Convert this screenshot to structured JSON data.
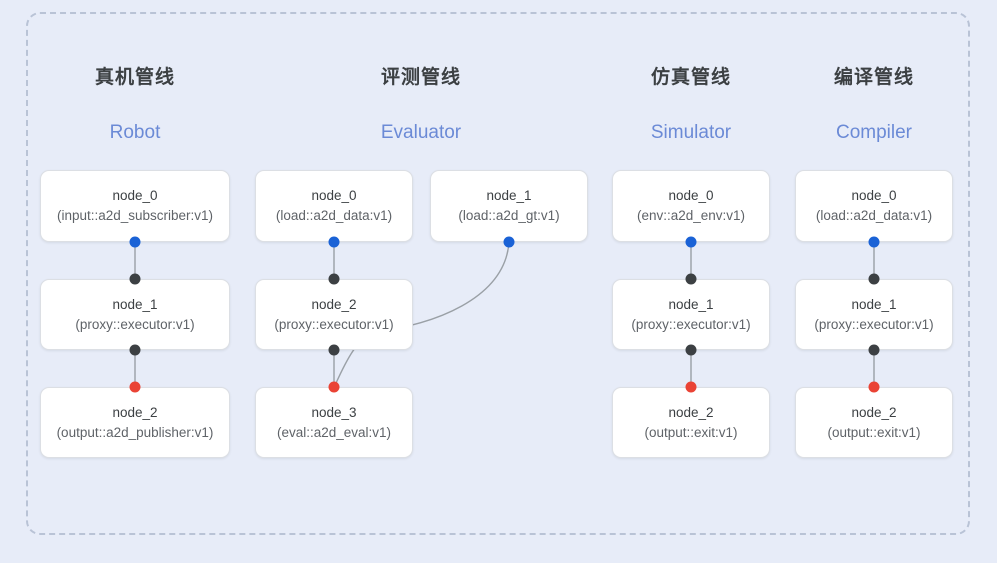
{
  "frame": {
    "style": "dashed-rounded-container"
  },
  "palette": {
    "background": "#e7ecf8",
    "frame_border": "#b9c3d6",
    "node_fill": "#ffffff",
    "node_border": "#dcdfe4",
    "title_cn": "#3c4043",
    "title_en": "#6b8ad6",
    "port_blue": "#1a62d6",
    "port_black": "#3c4043",
    "port_red": "#ea4335",
    "edge": "#9aa0a6"
  },
  "columns": [
    {
      "id": "robot",
      "title_cn": "真机管线",
      "title_en": "Robot",
      "nodes": [
        {
          "name": "node_0",
          "type": "(input::a2d_subscriber:v1)"
        },
        {
          "name": "node_1",
          "type": "(proxy::executor:v1)"
        },
        {
          "name": "node_2",
          "type": "(output::a2d_publisher:v1)"
        }
      ]
    },
    {
      "id": "evaluator",
      "title_cn": "评测管线",
      "title_en": "Evaluator",
      "nodes": [
        {
          "name": "node_0",
          "type": "(load::a2d_data:v1)"
        },
        {
          "name": "node_1",
          "type": "(load::a2d_gt:v1)"
        },
        {
          "name": "node_2",
          "type": "(proxy::executor:v1)"
        },
        {
          "name": "node_3",
          "type": "(eval::a2d_eval:v1)"
        }
      ]
    },
    {
      "id": "simulator",
      "title_cn": "仿真管线",
      "title_en": "Simulator",
      "nodes": [
        {
          "name": "node_0",
          "type": "(env::a2d_env:v1)"
        },
        {
          "name": "node_1",
          "type": "(proxy::executor:v1)"
        },
        {
          "name": "node_2",
          "type": "(output::exit:v1)"
        }
      ]
    },
    {
      "id": "compiler",
      "title_cn": "编译管线",
      "title_en": "Compiler",
      "nodes": [
        {
          "name": "node_0",
          "type": "(load::a2d_data:v1)"
        },
        {
          "name": "node_1",
          "type": "(proxy::executor:v1)"
        },
        {
          "name": "node_2",
          "type": "(output::exit:v1)"
        }
      ]
    }
  ]
}
